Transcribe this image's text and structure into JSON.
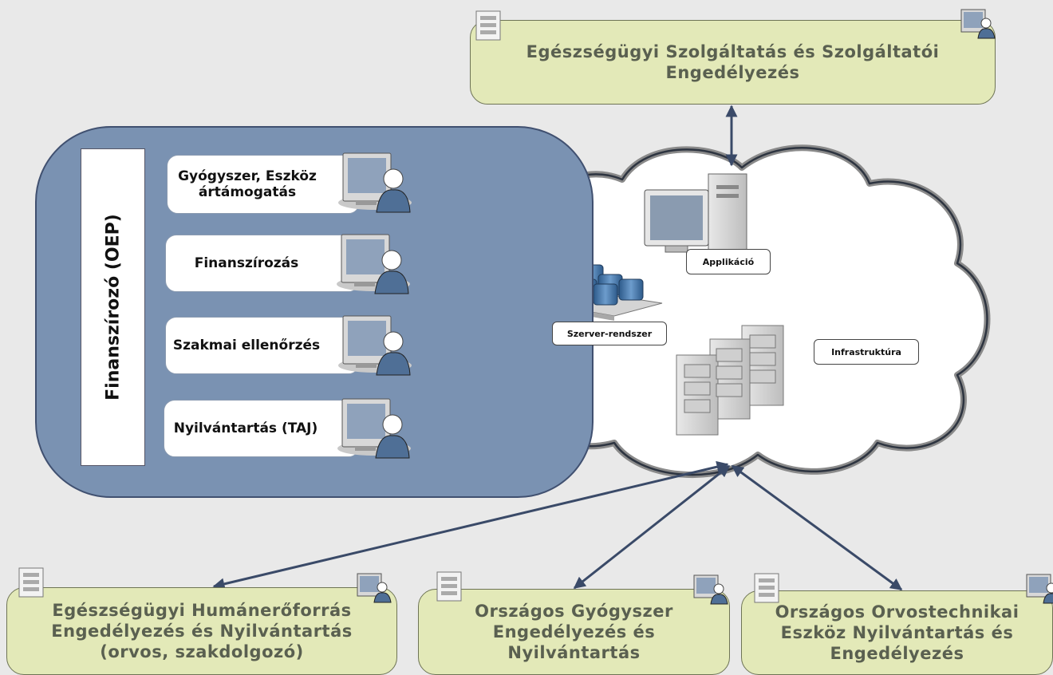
{
  "external_systems": {
    "eszsz": "Egészségügyi Szolgáltatás és Szolgáltatói\nEngedélyezés",
    "humanero": "Egészségügyi Humánerőforrás\nEngedélyezés és Nyilvántartás\n(orvos, szakdolgozó)",
    "gyogyszer": "Országos Gyógyszer\nEngedélyezés és\nNyilvántartás",
    "orvostech": "Országos Orvostechnikai\nEszköz Nyilvántartás és\nEngedélyezés"
  },
  "financer": {
    "title": "Finanszírozó (OEP)",
    "roles": [
      "Gyógyszer, Eszköz\nártámogatás",
      "Finanszírozás",
      "Szakmai ellenőrzés",
      "Nyilvántartás (TAJ)"
    ]
  },
  "cloud": {
    "application": "Applikáció",
    "server_system": "Szerver-rendszer",
    "infrastructure": "Infrastruktúra"
  },
  "colors": {
    "background": "#e9e9e9",
    "ext_fill": "#e3e9b8",
    "panel_fill": "#7a92b2",
    "arrow": "#3a4a68"
  }
}
